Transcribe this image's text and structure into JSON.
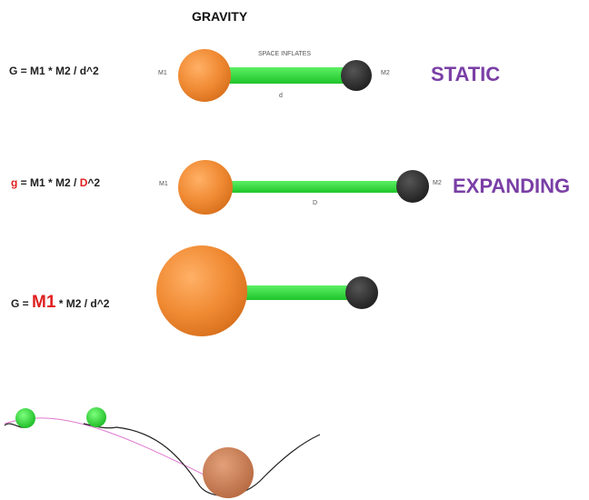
{
  "title": "GRAVITY",
  "row1": {
    "formula_prefix": "G  = M1 * M2 / d^2",
    "label_m1": "M1",
    "label_m2": "M2",
    "top_label": "SPACE INFLATES",
    "dist_label": "d",
    "state": "STATIC"
  },
  "row2": {
    "formula_g": "g",
    "formula_mid": " = M1 * M2 / ",
    "formula_D": "D",
    "formula_end": "^2",
    "label_m1": "M1",
    "label_m2": "M2",
    "dist_label": "D",
    "state": "EXPANDING"
  },
  "row3": {
    "formula_g": "G = ",
    "formula_m1": "M1",
    "formula_end": " * M2 / d^2"
  },
  "colors": {
    "orange": "#f08a33",
    "black_ball": "#2b2b2b",
    "rod": "#2fd83a",
    "purple": "#7a3fa6",
    "red": "#e02020",
    "well_ball": "#c47a4e"
  }
}
